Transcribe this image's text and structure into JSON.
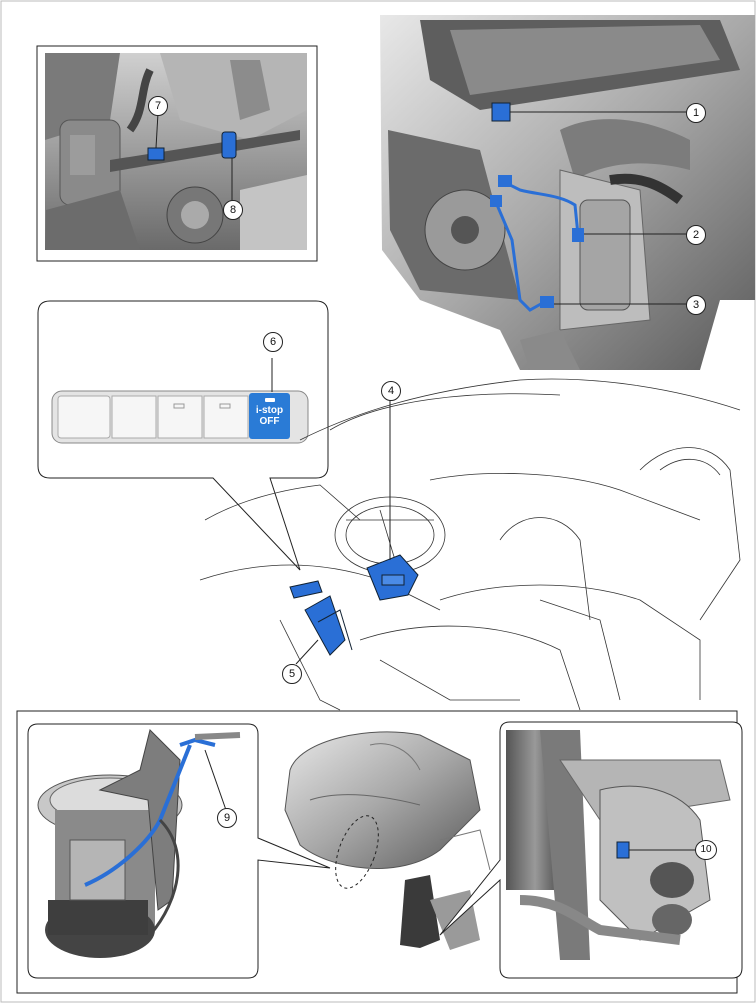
{
  "callouts": {
    "c1": "1",
    "c2": "2",
    "c3": "3",
    "c4": "4",
    "c5": "5",
    "c6": "6",
    "c7": "7",
    "c8": "8",
    "c9": "9",
    "c10": "10"
  },
  "switch_panel": {
    "istop_line1": "i-stop",
    "istop_line2": "OFF"
  },
  "colors": {
    "component_highlight": "#2a6fd6",
    "istop_button": "#2a7bd6",
    "engine_metal": "#9a9a9a",
    "outline": "#222222"
  }
}
